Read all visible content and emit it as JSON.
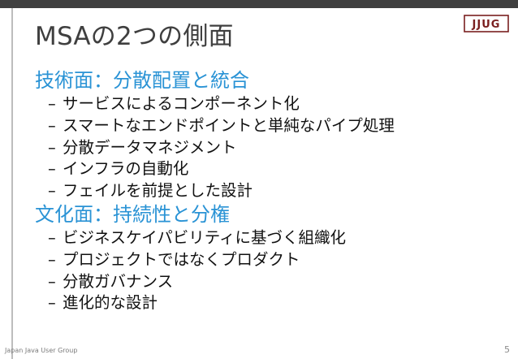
{
  "slide": {
    "title": "MSAの2つの側面",
    "logo_text": "JJUG",
    "footer": "Japan Java User Group",
    "page_number": "5"
  },
  "sections": [
    {
      "heading": "技術面：分散配置と統合",
      "bullets": [
        "サービスによるコンポーネント化",
        "スマートなエンドポイントと単純なパイプ処理",
        "分散データマネジメント",
        "インフラの自動化",
        "フェイルを前提とした設計"
      ]
    },
    {
      "heading": "文化面：持続性と分権",
      "bullets": [
        "ビジネスケイパビリティに基づく組織化",
        "プロジェクトではなくプロダクト",
        "分散ガバナンス",
        "進化的な設計"
      ]
    }
  ],
  "bullet_marker": "–",
  "colors": {
    "top_bar": "#3f3f3f",
    "heading": "#2a93d5",
    "title": "#3f3f3f",
    "logo": "#7a1f1f"
  }
}
